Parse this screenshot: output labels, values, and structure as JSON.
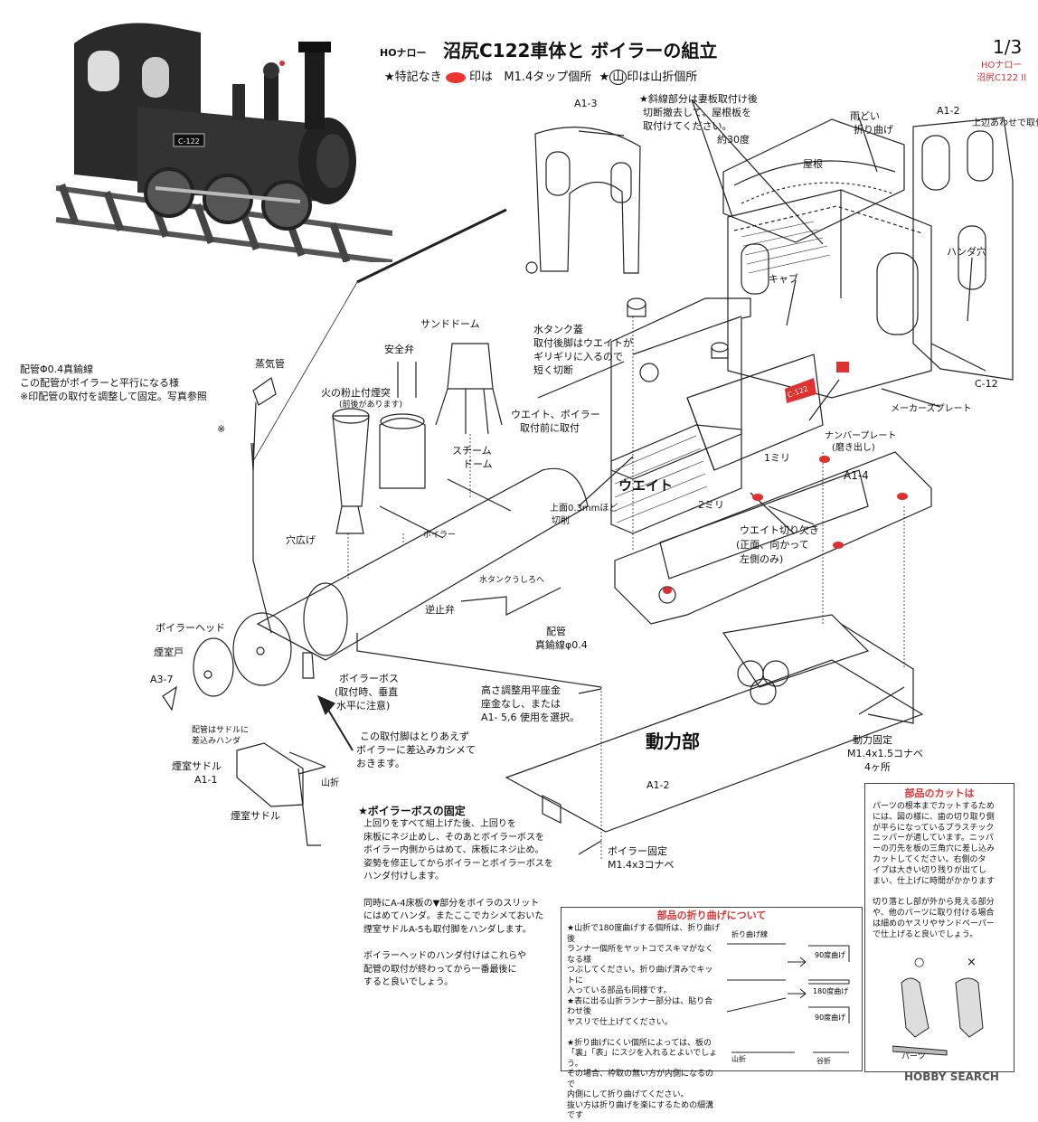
{
  "header": {
    "series": "HOナロー",
    "title": "沼尻C122車体と ボイラーの組立",
    "page": "1/3",
    "subtitle_1": "HOナロー",
    "subtitle_2": "沼尻C122 II",
    "legend_1a": "★特記なき",
    "legend_1b": "印は",
    "legend_1c": "M1.4タップ個所",
    "legend_2": "★",
    "legend_2b": "山",
    "legend_2c": "印は山折個所"
  },
  "photo": {
    "plate": "C-122"
  },
  "labels": {
    "a1_3": "A1-3",
    "a1_2_top": "A1-2",
    "joyo": "上辺あわせで取付",
    "slash_note_1": "★斜線部分は妻板取付け後",
    "slash_note_2": "切断撤去して、屋根板を",
    "slash_note_3": "取付けてください。",
    "amadoi_1": "雨どい",
    "amadoi_2": "折り曲げ",
    "yane": "屋根",
    "yaku30": "約30度",
    "handa_ana": "ハンダ穴",
    "cab": "キャブ",
    "c12": "C-12",
    "maker_plate": "メーカーズプレート",
    "number_plate_1": "ナンバープレート",
    "number_plate_2": "(磨き出し)",
    "tank_1": "水タンク蓋",
    "tank_2": "取付後脚はウエイトが",
    "tank_3": "ギリギリに入るので",
    "tank_4": "短く切断",
    "sand_dome": "サンドドーム",
    "safety_valve": "安全弁",
    "spark_1": "火の粉止付煙突",
    "spark_2": "(前後があります)",
    "steam_pipe": "蒸気管",
    "pipe_1": "配管Φ0.4真鍮線",
    "pipe_2": "この配管がボイラーと平行になる様",
    "pipe_3": "※印配管の取付を調整して固定。写真参照",
    "kome": "※",
    "weight_before_1": "ウエイト、ボイラー",
    "weight_before_2": "取付前に取付",
    "steam_dome_1": "スチーム",
    "steam_dome_2": "ドーム",
    "weight": "ウエイト",
    "top_cut_1": "上面0.3mmほど",
    "top_cut_2": "切削",
    "mm1": "1ミリ",
    "mm2": "2ミリ",
    "a1_4": "A1-4",
    "weight_cut_1": "ウエイト切り欠き",
    "weight_cut_2": "(正面、向かって",
    "weight_cut_3": "左側のみ)",
    "anahiroge": "穴広げ",
    "boiler": "ボイラー",
    "to_tank": "水タンクうしろへ",
    "check_valve": "逆止弁",
    "pipe_brass_1": "配管",
    "pipe_brass_2": "真鍮線φ0.4",
    "boiler_head": "ボイラーヘッド",
    "smokebox_door": "煙室戸",
    "a3_7": "A3-7",
    "saddle_note_1": "配管はサドルに",
    "saddle_note_2": "差込みハンダ",
    "boss_1": "ボイラーボス",
    "boss_2": "(取付時、垂直",
    "boss_3": "水平に注意)",
    "washer_1": "高さ調整用平座金",
    "washer_2": "座金なし、または",
    "washer_3": "A1- 5,6 使用を選択。",
    "power_unit": "動力部",
    "a1_2_bottom": "A1-2",
    "power_fix_1": "動力固定",
    "power_fix_2": "M1.4x1.5コナベ",
    "power_fix_3": "4ヶ所",
    "foot_1": "この取付脚はとりあえず",
    "foot_2": "ボイラーに差込みカシメて",
    "foot_3": "おきます。",
    "saddle_1": "煙室サドル",
    "saddle_2": "A1-1",
    "yamaori": "山折",
    "saddle_3": "煙室サドル",
    "boiler_fix_1": "ボイラー固定",
    "boiler_fix_2": "M1.4x3コナベ"
  },
  "boss_section": {
    "title": "★ボイラーボスの固定",
    "lines": [
      "上回りをすべて組上げた後、上回りを",
      "床板にネジ止めし、そのあとボイラーボスを",
      "ボイラー内側からはめて、床板にネジ止め。",
      "姿勢を修正してからボイラーとボイラーボスを",
      "ハンダ付けします。",
      "",
      "同時にA-4床板の▼部分をボイラのスリット",
      "にはめてハンダ。またここでカシメておいた",
      "煙室サドルA-5も取付脚をハンダします。",
      "",
      "ボイラーヘッドのハンダ付けはこれらや",
      "配管の取付が終わってから一番最後に",
      "すると良いでしょう。"
    ]
  },
  "fold_box": {
    "title": "部品の折り曲げについて",
    "lines": [
      "★山折で180度曲げする個所は、折り曲げ後",
      "ランナー個所をヤットコでスキマがなくなる様",
      "つぶしてください。折り曲げ済みでキットに",
      "入っている部品も同様です。",
      "★表に出る山折ランナー部分は、貼り合わせ後",
      "ヤスリで仕上げてください。",
      "",
      "★折り曲げにくい個所によっては、板の",
      "「裏」「表」にスジを入れるとよいでしょう。",
      "その場合、枠取の無い方が内側になるので",
      "内側にして折り曲げてください。",
      "抜い方は折り曲げを楽にするための細溝です"
    ],
    "fig_1": "折り曲げ線",
    "fig_2": "90度曲げ",
    "fig_3": "180度曲げ",
    "fig_4": "90度曲げ",
    "fig_5": "山折",
    "fig_6": "谷折"
  },
  "cut_box": {
    "title": "部品のカットは",
    "lines": [
      "パーツの根本までカットするため",
      "には、図の様に、歯の切り取り側",
      "が平らになっているプラスチック",
      "ニッパーが適しています。ニッパ",
      "ーの刃先を板の三角穴に差し込み",
      "カットしてください。右側のタ",
      "イプは大きい切り残りが出てし",
      "まい、仕上げに時間がかかります",
      "",
      "切り落とし部が外から見える部分",
      "や、他のパーツに取り付ける場合",
      "は細めのヤスリやサンドペーパー",
      "で仕上げると良いでしょう。"
    ],
    "ok": "○",
    "ng": "×",
    "parts": "パーツ"
  },
  "watermark": "HOBBY SEARCH",
  "colors": {
    "accent": "#e03030",
    "ink": "#111111"
  }
}
